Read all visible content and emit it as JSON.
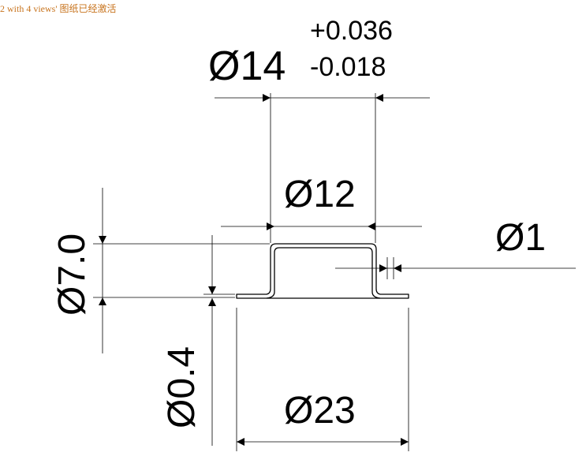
{
  "watermark": "2 with 4 views' 图纸已经激活",
  "dimensions": {
    "d14": "Ø14",
    "tol_upper": "+0.036",
    "tol_lower": "-0.018",
    "d12": "Ø12",
    "d1": "Ø1",
    "d7": "Ø7.0",
    "d04": "Ø0.4",
    "d23": "Ø23"
  },
  "colors": {
    "line": "#000000",
    "watermark": "#c8741e",
    "background": "#ffffff"
  }
}
